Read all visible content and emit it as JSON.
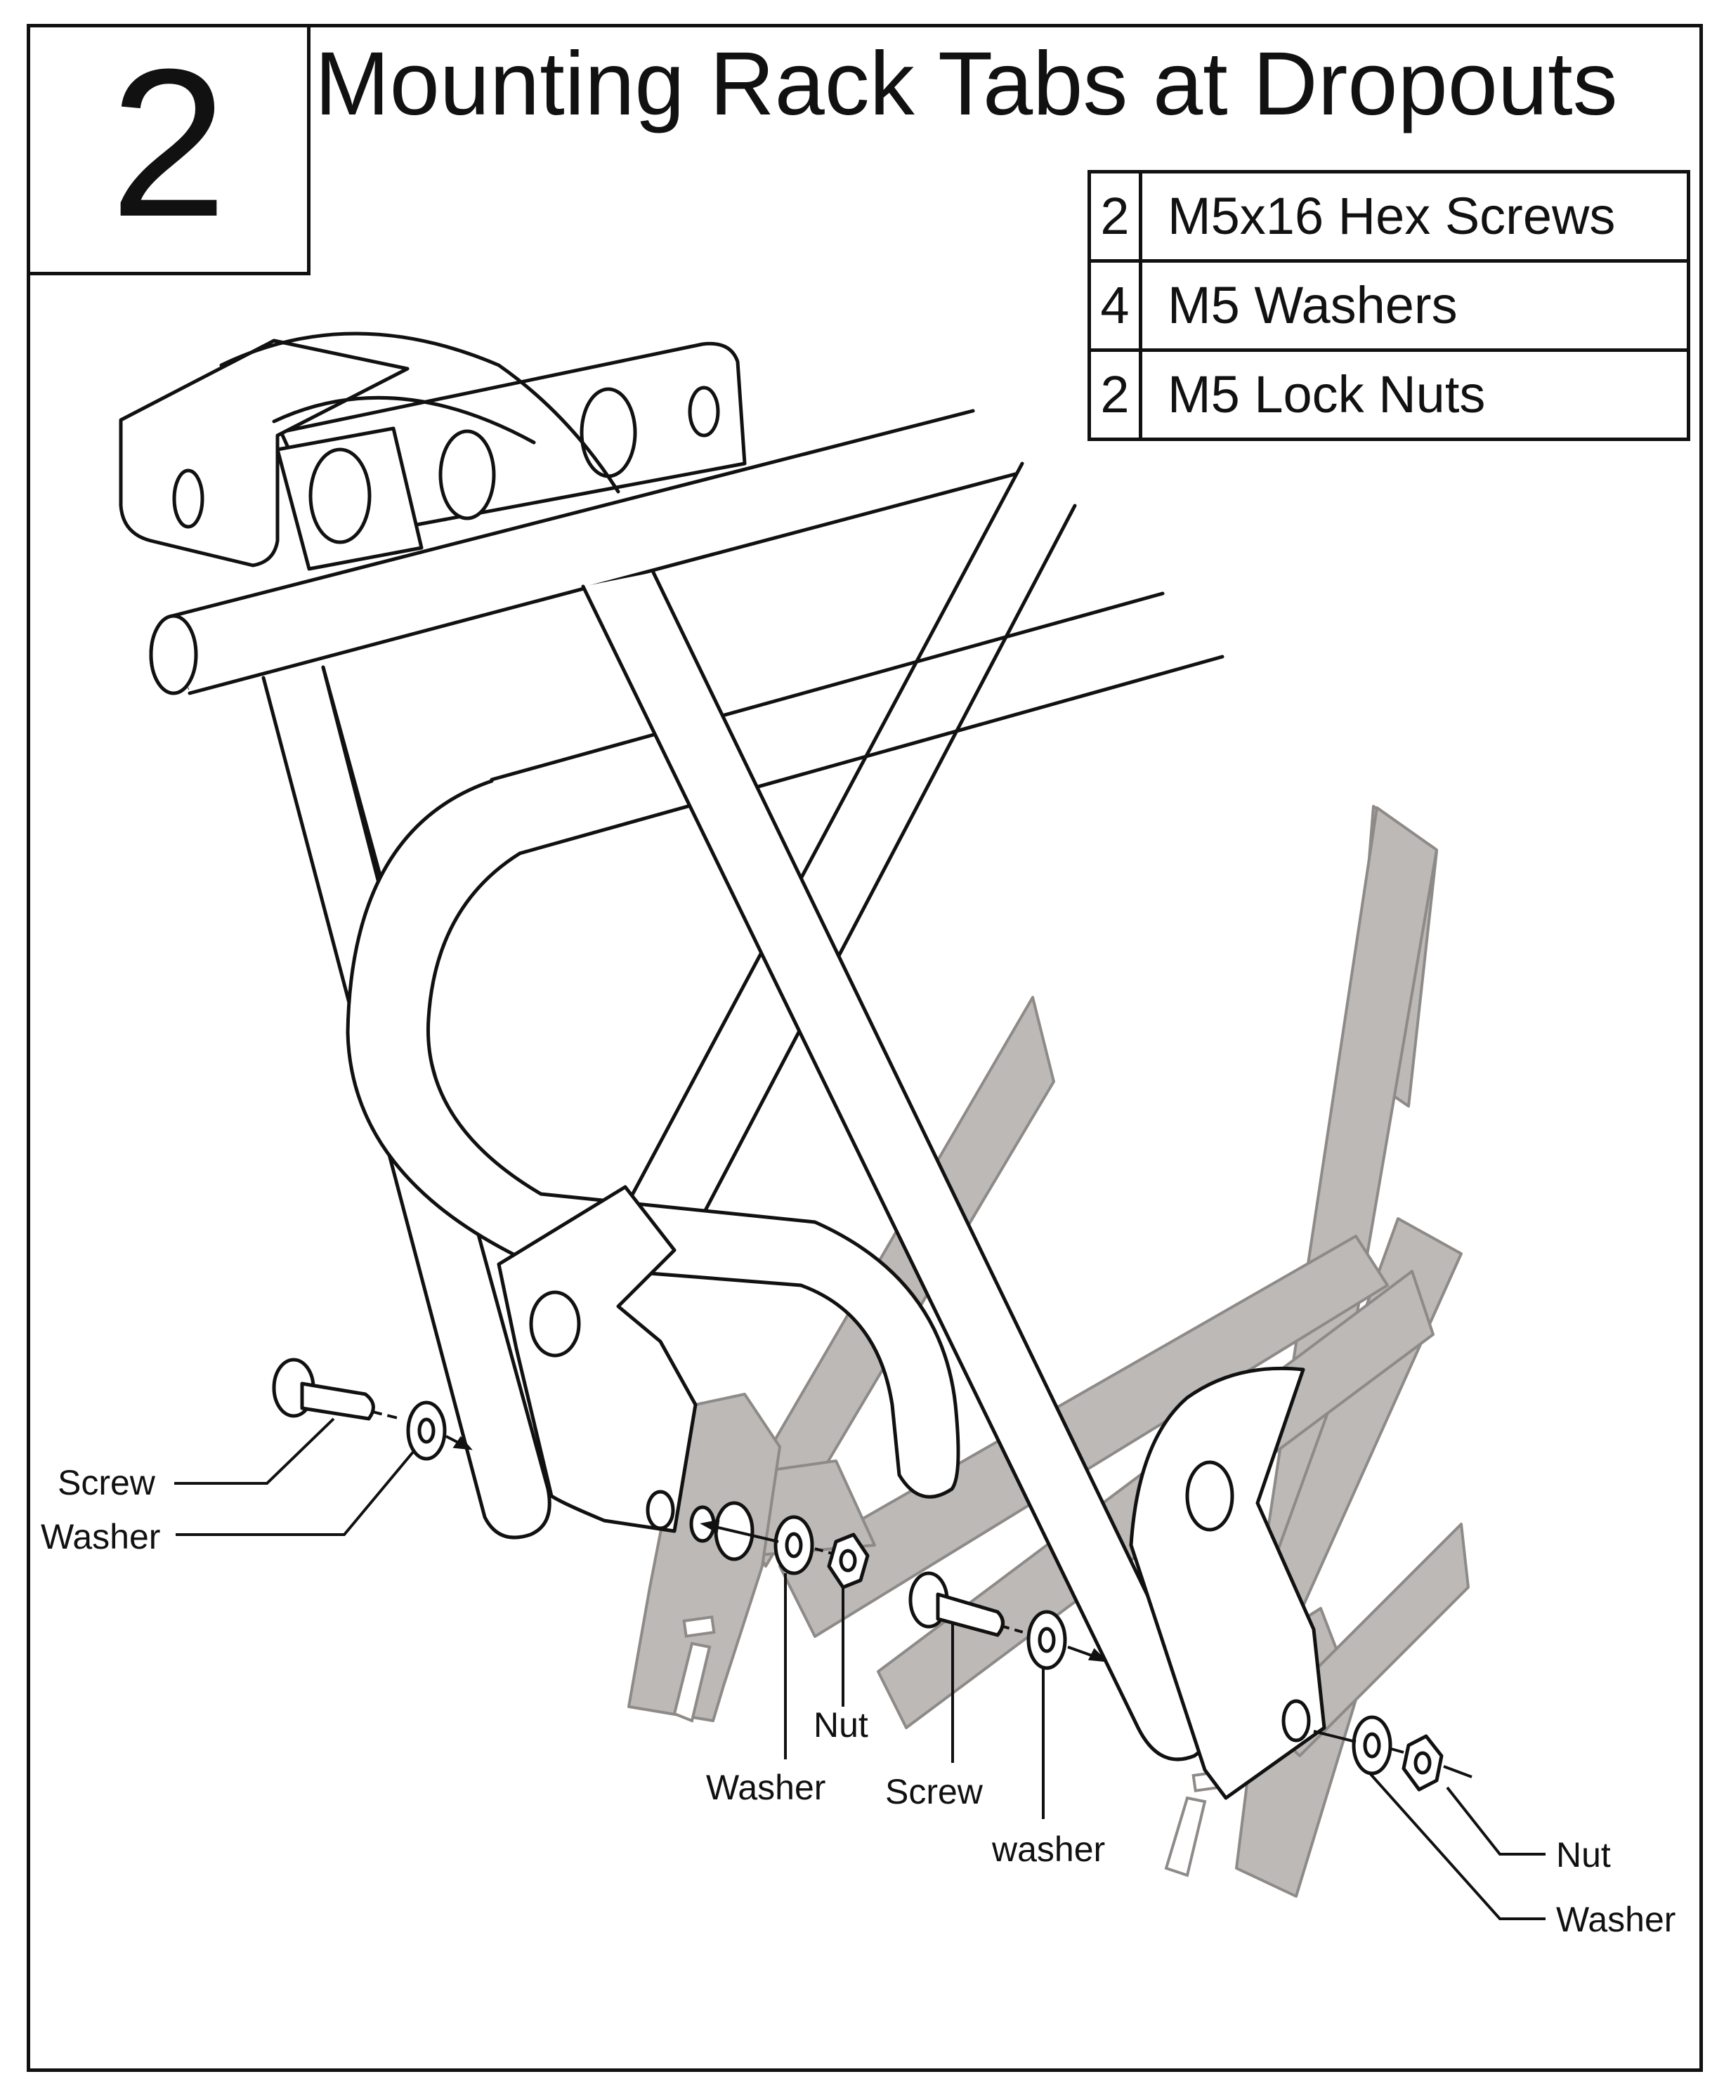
{
  "step": {
    "number": "2",
    "title": "Mounting Rack Tabs at Dropouts"
  },
  "parts": [
    {
      "qty": "2",
      "name": "M5x16 Hex Screws"
    },
    {
      "qty": "4",
      "name": "M5 Washers"
    },
    {
      "qty": "2",
      "name": "M5 Lock Nuts"
    }
  ],
  "callouts": {
    "left_screw": "Screw",
    "left_washer": "Washer",
    "middle_nut": "Nut",
    "middle_washer": "Washer",
    "middle_screw": "Screw",
    "middle_washer_lower": "washer",
    "right_nut": "Nut",
    "right_washer": "Washer"
  },
  "colors": {
    "line": "#111111",
    "frame_fill": "#bdb9b7",
    "frame_stroke": "#8e8a88",
    "background": "#ffffff"
  }
}
